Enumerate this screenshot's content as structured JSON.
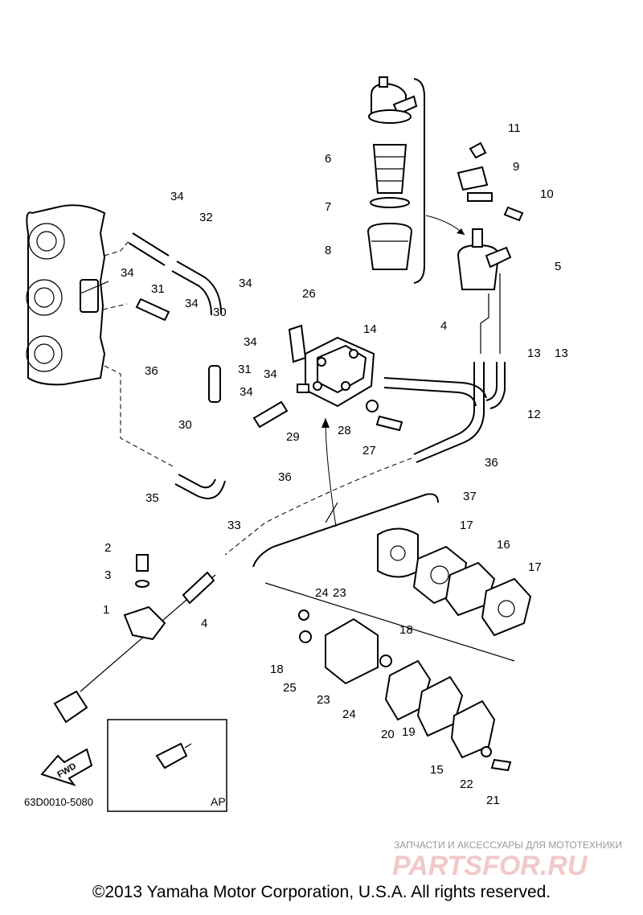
{
  "callouts": [
    "1",
    "2",
    "3",
    "4",
    "4",
    "5",
    "6",
    "7",
    "8",
    "9",
    "10",
    "11",
    "12",
    "13",
    "13",
    "14",
    "15",
    "16",
    "17",
    "17",
    "18",
    "18",
    "19",
    "20",
    "21",
    "22",
    "23",
    "23",
    "24",
    "24",
    "25",
    "26",
    "27",
    "28",
    "29",
    "30",
    "30",
    "31",
    "31",
    "32",
    "33",
    "34",
    "34",
    "34",
    "34",
    "34",
    "34",
    "34",
    "35",
    "36",
    "36",
    "36",
    "37"
  ],
  "diagram_code": "63D0010-5080",
  "inset_label": "AP",
  "fwd_label": "FWD",
  "watermark": {
    "tagline": "ЗАПЧАСТИ И АКСЕССУАРЫ ДЛЯ МОТОТЕХНИКИ",
    "logo": "PARTSFOR.RU"
  },
  "copyright": "©2013 Yamaha Motor Corporation, U.S.A. All rights reserved.",
  "colors": {
    "line": "#000000",
    "watermark_logo": "#f2c8c8",
    "watermark_text": "#9a9a9a"
  }
}
